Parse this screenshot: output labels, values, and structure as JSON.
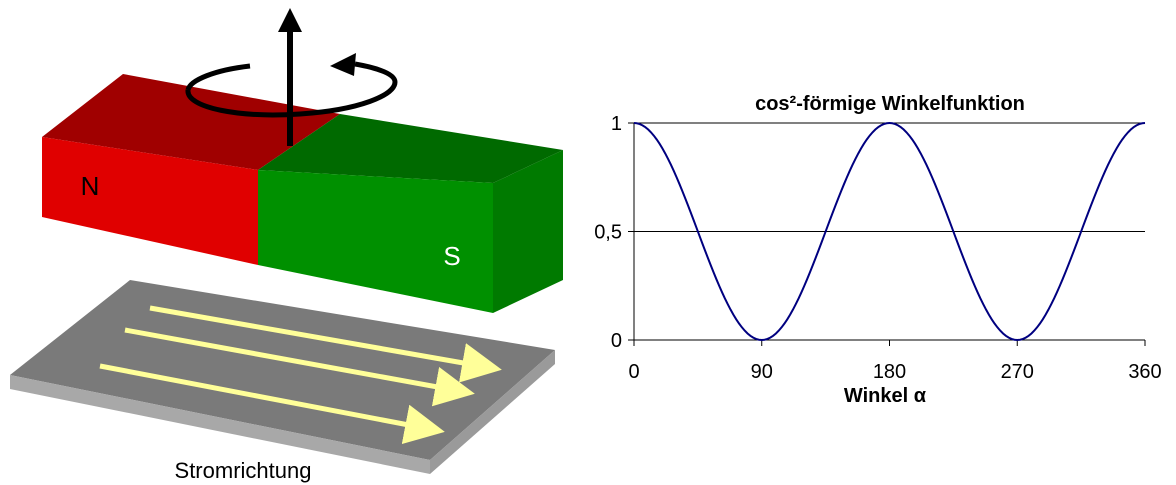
{
  "diagram": {
    "magnet": {
      "north_label": "N",
      "south_label": "S"
    },
    "plate": {
      "caption": "Stromrichtung"
    }
  },
  "chart_data": {
    "type": "line",
    "title": "cos²-förmige Winkelfunktion",
    "xlabel": "Winkel α",
    "ylabel": "",
    "xlim": [
      0,
      360
    ],
    "ylim": [
      0,
      1
    ],
    "x_ticks": [
      "0",
      "90",
      "180",
      "270",
      "360"
    ],
    "y_ticks": [
      "0",
      "0,5",
      "1"
    ],
    "function": "cos²(α)",
    "x": [
      0,
      45,
      90,
      135,
      180,
      225,
      270,
      315,
      360
    ],
    "y": [
      1,
      0.5,
      0,
      0.5,
      1,
      0.5,
      0,
      0.5,
      1
    ],
    "color": "#000080"
  },
  "colors": {
    "north_front": "#e00000",
    "north_top": "#a00000",
    "south_front": "#009000",
    "south_top": "#006a00",
    "south_side": "#007a00",
    "plate_top": "#7a7a7a",
    "plate_edge": "#a8a8a8",
    "current_arrows": "#ffff99"
  }
}
